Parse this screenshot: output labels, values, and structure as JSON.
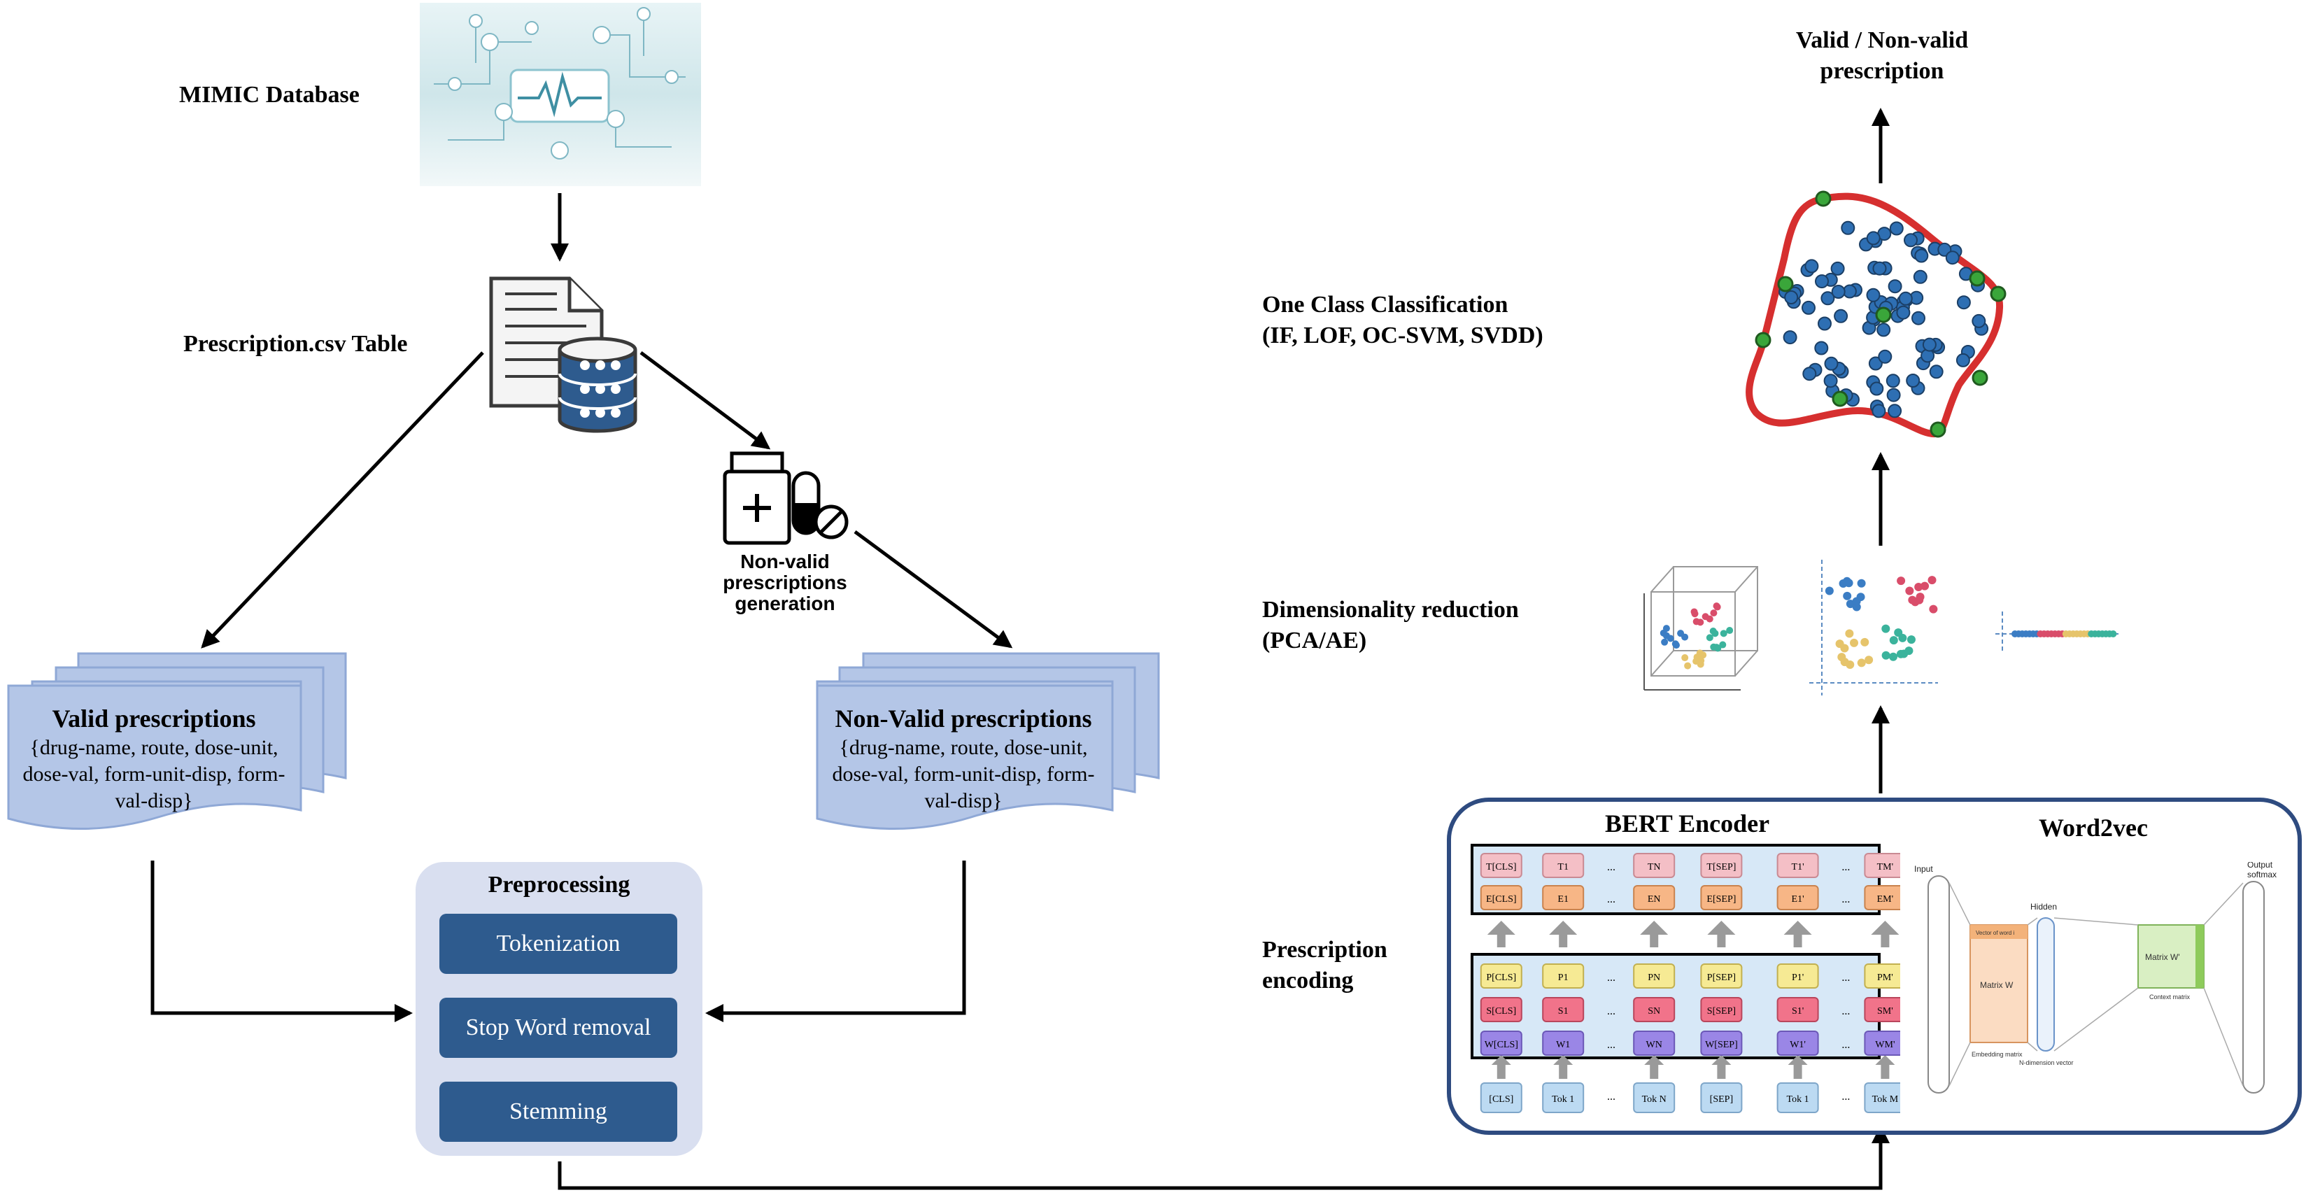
{
  "labels": {
    "mimic": "MIMIC Database",
    "prescription_table": "Prescription.csv Table",
    "output_line1": "Valid / Non-valid",
    "output_line2": "prescription",
    "occ_line1": "One Class Classification",
    "occ_line2": "(IF, LOF, OC-SVM, SVDD)",
    "dimred_line1": "Dimensionality reduction",
    "dimred_line2": "(PCA/AE)",
    "encoding_line1": "Prescription",
    "encoding_line2": "encoding"
  },
  "generation": {
    "line1": "Non-valid",
    "line2": "prescriptions",
    "line3": "generation"
  },
  "valid_doc": {
    "title": "Valid prescriptions",
    "body": "{drug-name, route, dose-unit, dose-val, form-unit-disp, form-val-disp}"
  },
  "nonvalid_doc": {
    "title": "Non-Valid prescriptions",
    "body": "{drug-name, route, dose-unit, dose-val, form-unit-disp, form-val-disp}"
  },
  "preprocessing": {
    "title": "Preprocessing",
    "steps": [
      "Tokenization",
      "Stop Word removal",
      "Stemming"
    ]
  },
  "encoding": {
    "bert_title": "BERT Encoder",
    "w2v_title": "Word2vec",
    "bert_top_row": [
      "T[CLS]",
      "T1",
      "...",
      "TN",
      "T[SEP]",
      "T1'",
      "...",
      "TM'"
    ],
    "bert_emb_row": [
      "E[CLS]",
      "E1",
      "...",
      "EN",
      "E[SEP]",
      "E1'",
      "...",
      "EM'"
    ],
    "bert_pos_row": [
      "P[CLS]",
      "P1",
      "...",
      "PN",
      "P[SEP]",
      "P1'",
      "...",
      "PM'"
    ],
    "bert_seg_row": [
      "S[CLS]",
      "S1",
      "...",
      "SN",
      "S[SEP]",
      "S1'",
      "...",
      "SM'"
    ],
    "bert_word_row": [
      "W[CLS]",
      "W1",
      "...",
      "WN",
      "W[SEP]",
      "W1'",
      "...",
      "WM'"
    ],
    "bert_tokens": [
      "[CLS]",
      "Tok 1",
      "...",
      "Tok N",
      "[SEP]",
      "Tok 1",
      "...",
      "Tok M"
    ],
    "w2v_input": "Input",
    "w2v_hidden": "Hidden",
    "w2v_output": "Output",
    "w2v_softmax": "softmax",
    "w2v_matrix_w": "Matrix W",
    "w2v_matrix_w2": "Matrix W'",
    "w2v_embedding_matrix": "Embedding matrix",
    "w2v_context_matrix": "Context matrix",
    "w2v_ndim": "N-dimension vector",
    "w2v_vector_word": "Vector of word i"
  },
  "colors": {
    "doc_fill": "#b4c6e7",
    "doc_stroke": "#8fa8d6",
    "prep_panel": "#d9dff0",
    "step_fill": "#2e5b8e",
    "enc_border": "#2e4b80",
    "boundary": "#d62f2f",
    "inlier": "#2e6fb3",
    "boundary_point": "#3aa63a"
  }
}
